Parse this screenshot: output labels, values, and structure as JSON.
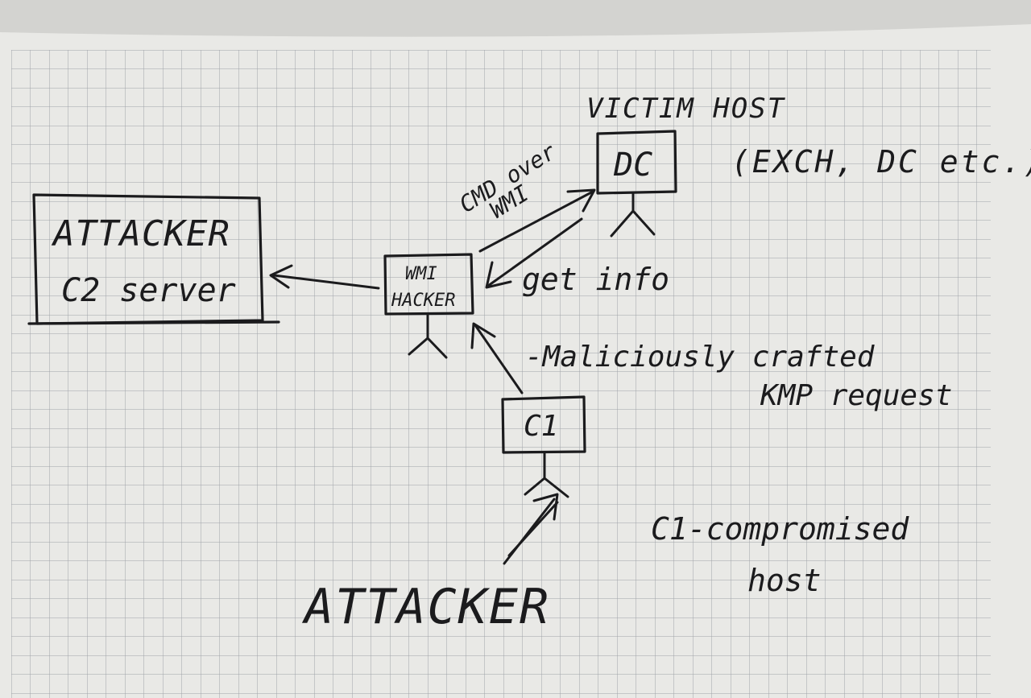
{
  "colors": {
    "paper": "#e9e9e6",
    "grid": "#9fa3a8",
    "ink": "#1b1b1d",
    "backdrop": "#b9b9b7"
  },
  "victim": {
    "title": "VICTIM HOST",
    "note": "(EXCH, DC etc.)",
    "box_label": "DC"
  },
  "c2": {
    "line1": "ATTACKER",
    "line2": "C2 server"
  },
  "wmi_hacker": {
    "line1": "WMI",
    "line2": "HACKER"
  },
  "c1": {
    "box_label": "C1",
    "note_line1": "C1-compromised",
    "note_line2": "host"
  },
  "attacker": {
    "label": "ATTACKER"
  },
  "arrows": {
    "cmd_line1": "CMD over",
    "cmd_line2": "WMI",
    "get_info": "get info",
    "request_line1": "-Maliciously crafted",
    "request_line2": "KMP request"
  }
}
